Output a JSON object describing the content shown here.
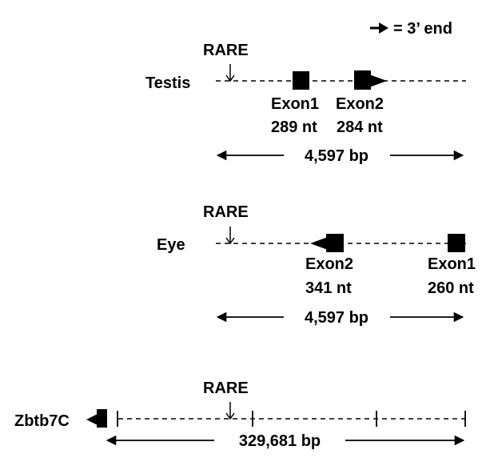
{
  "legend": {
    "symbol": "arrow",
    "text": "= 3’ end"
  },
  "testis": {
    "label": "Testis",
    "rare": "RARE",
    "exon1_name": "Exon1",
    "exon1_len": "289 nt",
    "exon2_name": "Exon2",
    "exon2_len": "284 nt",
    "scale": "4,597 bp"
  },
  "eye": {
    "label": "Eye",
    "rare": "RARE",
    "exon2_name": "Exon2",
    "exon2_len": "341 nt",
    "exon1_name": "Exon1",
    "exon1_len": "260 nt",
    "scale": "4,597 bp"
  },
  "zbtb7c": {
    "label": "Zbtb7C",
    "rare": "RARE",
    "scale": "329,681 bp"
  }
}
